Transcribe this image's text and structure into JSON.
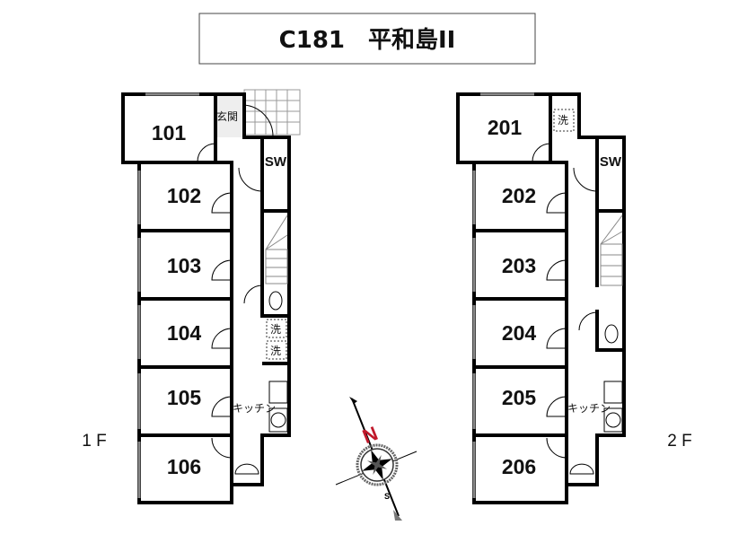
{
  "title": "C181　平和島II",
  "floor1": {
    "label": "1 F",
    "rooms": [
      "101",
      "102",
      "103",
      "104",
      "105",
      "106"
    ],
    "entrance": "玄関",
    "storage": "SW",
    "washer": [
      "洗",
      "洗"
    ],
    "kitchen": "キッチン"
  },
  "floor2": {
    "label": "2 F",
    "rooms": [
      "201",
      "202",
      "203",
      "204",
      "205",
      "206"
    ],
    "washer": "洗",
    "storage": "SW",
    "kitchen": "キッチン"
  },
  "compass": {
    "north": "N",
    "south": "S",
    "north_color": "#c0182a"
  }
}
